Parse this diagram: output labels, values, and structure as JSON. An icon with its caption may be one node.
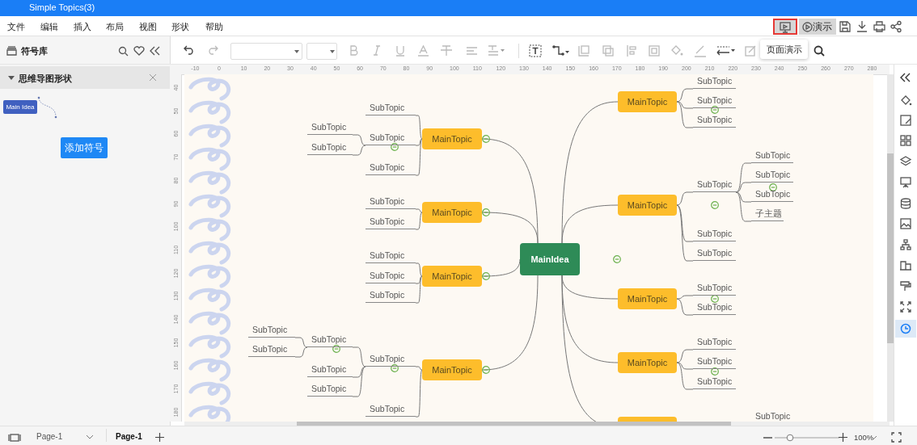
{
  "diagram": {
    "title": "Simple Topics(3)",
    "nodes": [
      {
        "text": [
          "MainIdea"
        ]
      },
      {
        "text": [
          "MainTopic"
        ]
      },
      {
        "text": [
          "SubTopic"
        ]
      },
      {
        "text": [
          "SubTopic"
        ]
      },
      {
        "text": [
          "SubTopic"
        ]
      },
      {
        "text": [
          "SubTopic"
        ]
      },
      {
        "text": [
          "SubTopic"
        ]
      },
      {
        "text": [
          "MainTopic"
        ]
      },
      {
        "text": [
          "SubTopic"
        ]
      },
      {
        "text": [
          "SubTopic"
        ]
      },
      {
        "text": [
          "MainTopic"
        ]
      },
      {
        "text": [
          "SubTopic"
        ]
      },
      {
        "text": [
          "SubTopic"
        ]
      },
      {
        "text": [
          "SubTopic"
        ]
      },
      {
        "text": [
          "MainTopic"
        ]
      },
      {
        "text": [
          "SubTopic"
        ]
      },
      {
        "text": [
          "SubTopic"
        ]
      },
      {
        "text": [
          "SubTopic"
        ]
      },
      {
        "text": [
          "SubTopic"
        ]
      },
      {
        "text": [
          "SubTopic"
        ]
      },
      {
        "text": [
          "SubTopic"
        ]
      },
      {
        "text": [
          "SubTopic"
        ]
      },
      {
        "text": [
          "MainTopic"
        ]
      },
      {
        "text": [
          "SubTopic"
        ]
      },
      {
        "text": [
          "SubTopic"
        ]
      },
      {
        "text": [
          "SubTopic"
        ]
      },
      {
        "text": [
          "MainTopic"
        ]
      },
      {
        "text": [
          "SubTopic"
        ]
      },
      {
        "text": [
          "SubTopic"
        ]
      },
      {
        "text": [
          "SubTopic"
        ]
      },
      {
        "text": [
          "SubTopic"
        ]
      },
      {
        "text": [
          "子主题"
        ]
      },
      {
        "text": [
          "SubTopic"
        ]
      },
      {
        "text": [
          "SubTopic"
        ]
      },
      {
        "text": [
          "MainTopic"
        ]
      },
      {
        "text": [
          "SubTopic"
        ]
      },
      {
        "text": [
          "SubTopic"
        ]
      },
      {
        "text": [
          "MainTopic"
        ]
      },
      {
        "text": [
          "SubTopic"
        ]
      },
      {
        "text": [
          "SubTopic"
        ]
      },
      {
        "text": [
          "SubTopic"
        ]
      },
      {
        "text": [],
        "shape": "box"
      },
      {
        "text": [
          "SubTopic"
        ]
      }
    ],
    "edges": [
      {
        "from": 0,
        "to": 1,
        "arrow": "none"
      },
      {
        "from": 1,
        "to": 2,
        "arrow": "none"
      },
      {
        "from": 1,
        "to": 3,
        "arrow": "none"
      },
      {
        "from": 3,
        "to": 4,
        "arrow": "none"
      },
      {
        "from": 3,
        "to": 5,
        "arrow": "none"
      },
      {
        "from": 1,
        "to": 6,
        "arrow": "none"
      },
      {
        "from": 0,
        "to": 7,
        "arrow": "none"
      },
      {
        "from": 7,
        "to": 8,
        "arrow": "none"
      },
      {
        "from": 7,
        "to": 9,
        "arrow": "none"
      },
      {
        "from": 0,
        "to": 10,
        "arrow": "none"
      },
      {
        "from": 10,
        "to": 11,
        "arrow": "none"
      },
      {
        "from": 10,
        "to": 12,
        "arrow": "none"
      },
      {
        "from": 10,
        "to": 13,
        "arrow": "none"
      },
      {
        "from": 0,
        "to": 14,
        "arrow": "none"
      },
      {
        "from": 14,
        "to": 15,
        "arrow": "none"
      },
      {
        "from": 15,
        "to": 16,
        "arrow": "none"
      },
      {
        "from": 16,
        "to": 17,
        "arrow": "none"
      },
      {
        "from": 16,
        "to": 18,
        "arrow": "none"
      },
      {
        "from": 15,
        "to": 19,
        "arrow": "none"
      },
      {
        "from": 15,
        "to": 20,
        "arrow": "none"
      },
      {
        "from": 14,
        "to": 21,
        "arrow": "none"
      },
      {
        "from": 0,
        "to": 22,
        "arrow": "none"
      },
      {
        "from": 22,
        "to": 23,
        "arrow": "none"
      },
      {
        "from": 22,
        "to": 24,
        "arrow": "none"
      },
      {
        "from": 22,
        "to": 25,
        "arrow": "none"
      },
      {
        "from": 0,
        "to": 26,
        "arrow": "none"
      },
      {
        "from": 26,
        "to": 27,
        "arrow": "none"
      },
      {
        "from": 27,
        "to": 28,
        "arrow": "none"
      },
      {
        "from": 27,
        "to": 29,
        "arrow": "none"
      },
      {
        "from": 27,
        "to": 30,
        "arrow": "none"
      },
      {
        "from": 27,
        "to": 31,
        "arrow": "none"
      },
      {
        "from": 26,
        "to": 32,
        "arrow": "none"
      },
      {
        "from": 26,
        "to": 33,
        "arrow": "none"
      },
      {
        "from": 0,
        "to": 34,
        "arrow": "none"
      },
      {
        "from": 34,
        "to": 35,
        "arrow": "none"
      },
      {
        "from": 34,
        "to": 36,
        "arrow": "none"
      },
      {
        "from": 0,
        "to": 37,
        "arrow": "none"
      },
      {
        "from": 37,
        "to": 38,
        "arrow": "none"
      },
      {
        "from": 37,
        "to": 39,
        "arrow": "none"
      },
      {
        "from": 37,
        "to": 40,
        "arrow": "none"
      },
      {
        "from": 0,
        "to": 41,
        "arrow": "none"
      }
    ],
    "labels": [
      "文件",
      "编辑",
      "插入",
      "布局",
      "视图",
      "形状",
      "帮助",
      "演示",
      "符号库",
      "页面演示",
      "思维导图形状",
      "Main Idea",
      "添加符号",
      "-10",
      "0",
      "10",
      "20",
      "30",
      "40",
      "50",
      "60",
      "70",
      "80",
      "90",
      "100",
      "110",
      "120",
      "130",
      "140",
      "150",
      "160",
      "170",
      "180",
      "190",
      "200",
      "210",
      "220",
      "230",
      "240",
      "250",
      "260",
      "270",
      "280",
      "40",
      "50",
      "60",
      "70",
      "80",
      "90",
      "100",
      "110",
      "120",
      "130",
      "140",
      "150",
      "160",
      "170",
      "180",
      "Page-1",
      "Page-1",
      "100%"
    ]
  }
}
